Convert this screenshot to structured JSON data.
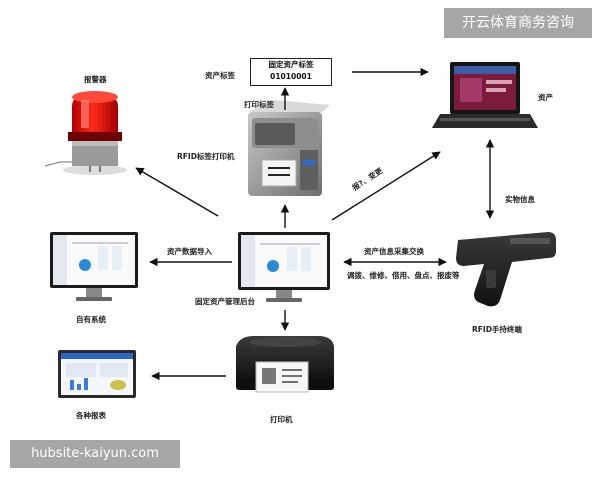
{
  "watermarks": {
    "top": "开云体育商务咨询",
    "bottom": "hubsite-kaiyun.com"
  },
  "asset_tag": {
    "title": "固定资产标签",
    "code": "01010001"
  },
  "labels": {
    "alarm": "报警器",
    "asset_tag_label": "资产标签",
    "print_tag": "打印标签",
    "rfid_printer": "RFID标签打印机",
    "asset": "资产",
    "physical_info": "实物信息",
    "report_change": "报?、变更",
    "export_data": "资产数据导入",
    "collect_exchange": "资产信息采集交换",
    "operations": "调拨、维修、借用、盘点、报废等",
    "fixed_asset_platform": "固定资产管理后台",
    "own_system": "自有系统",
    "rfid_handheld": "RFID手持终端",
    "printer": "打印机",
    "reports": "各种报表"
  }
}
